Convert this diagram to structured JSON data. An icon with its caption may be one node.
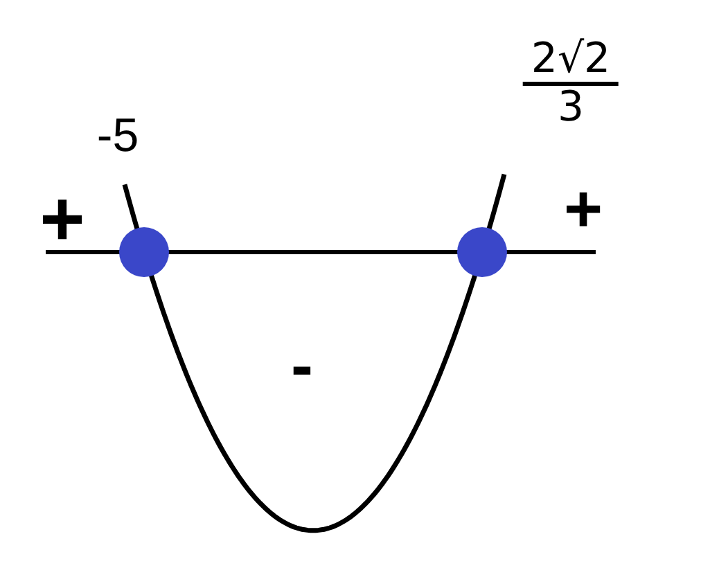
{
  "diagram": {
    "nodes": [
      {
        "text": [],
        "shape": "circle",
        "beside": [
          "-5"
        ]
      },
      {
        "text": [],
        "shape": "circle",
        "beside": [
          "2√2",
          "3"
        ]
      }
    ],
    "labels": [
      "+",
      "+",
      "-"
    ]
  }
}
